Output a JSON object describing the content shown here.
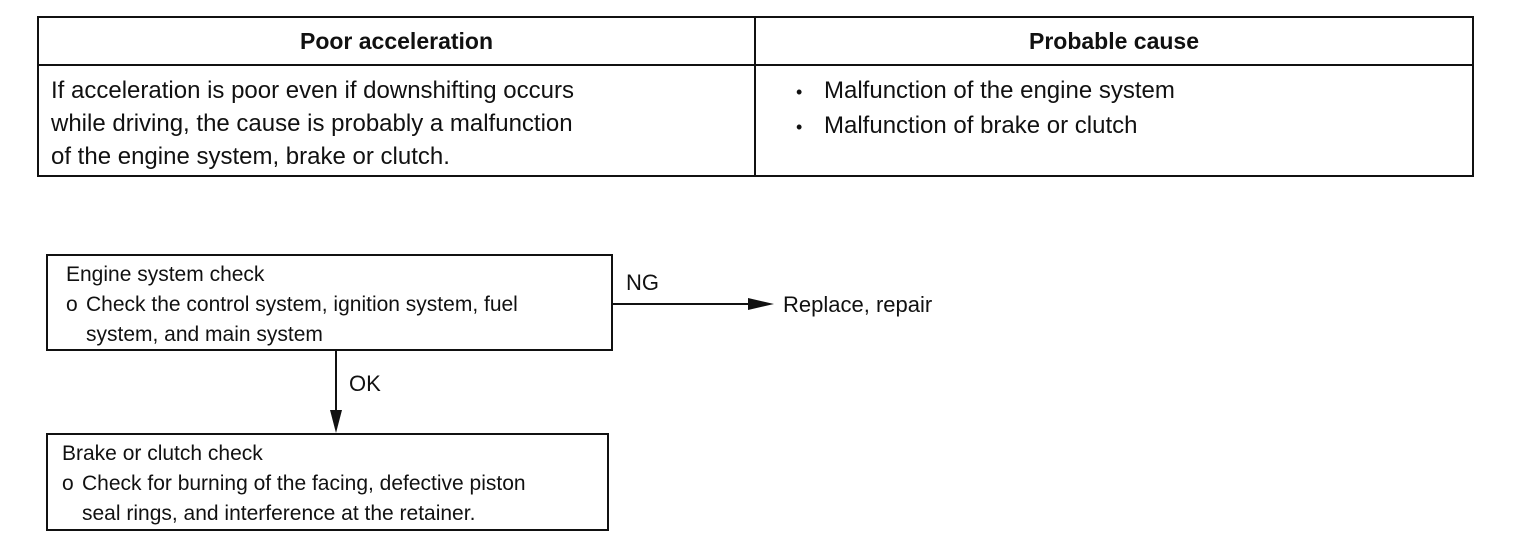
{
  "table": {
    "header_left": "Poor acceleration",
    "header_right": "Probable cause",
    "description": "If acceleration is poor even if downshifting occurs while driving, the cause is probably a malfunction of the engine system, brake or clutch.",
    "description_lines": [
      "If acceleration is poor even if downshifting occurs",
      "while driving, the cause is probably a malfunction",
      "of the engine system, brake or clutch."
    ],
    "bullet_glyph": "•",
    "causes": [
      "Malfunction of the engine system",
      "Malfunction of brake or clutch"
    ]
  },
  "flow": {
    "engine_box": {
      "title": "Engine system check",
      "marker": "o",
      "lines": [
        "Check the control system, ignition system, fuel",
        "system, and main system"
      ]
    },
    "brake_box": {
      "title": "Brake or clutch check",
      "marker": "o",
      "lines": [
        "Check for burning of the facing, defective piston",
        "seal rings, and interference at the retainer."
      ]
    },
    "ng_label": "NG",
    "ok_label": "OK",
    "ng_result": "Replace, repair"
  }
}
